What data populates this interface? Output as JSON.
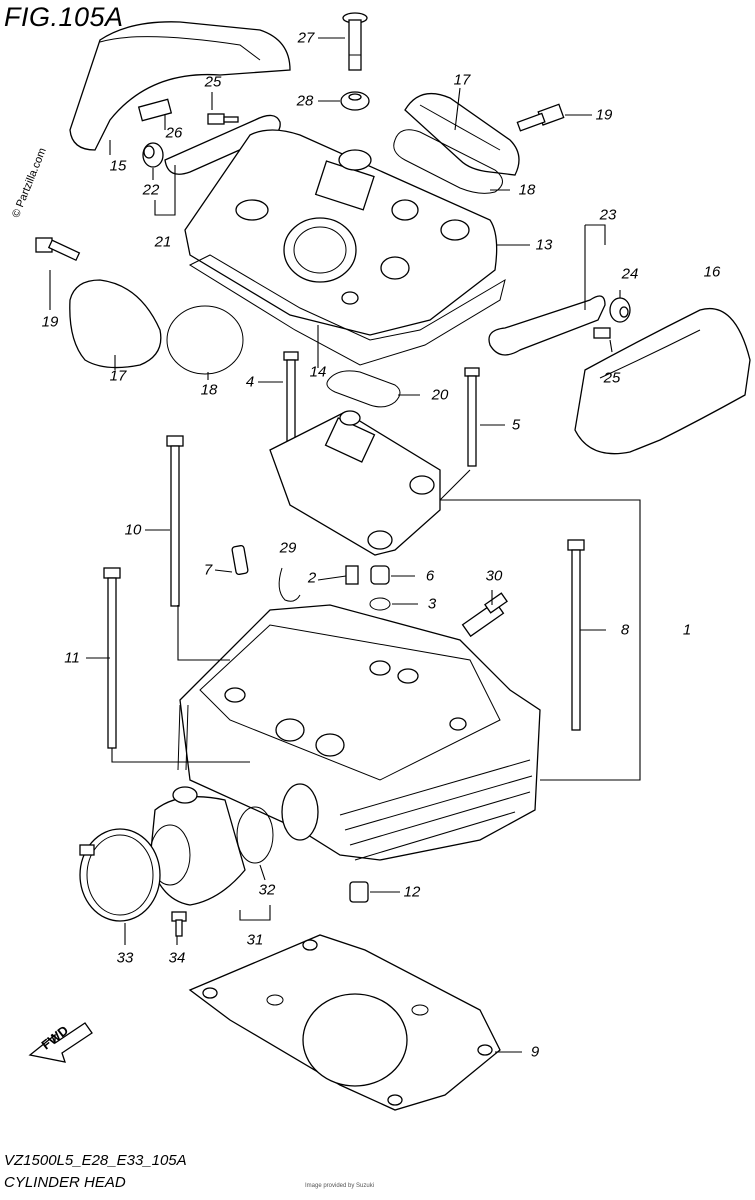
{
  "header": {
    "title": "FIG.105A",
    "watermark": "© Partzilla.com"
  },
  "footer": {
    "code": "VZ1500L5_E28_E33_105A",
    "name": "CYLINDER HEAD",
    "fine_print": "Image provided by Suzuki"
  },
  "fwd_label": "FWD",
  "callouts": [
    "27",
    "28",
    "25",
    "26",
    "15",
    "22",
    "21",
    "17",
    "19",
    "18",
    "13",
    "23",
    "24",
    "16",
    "25",
    "19",
    "17",
    "18",
    "14",
    "4",
    "20",
    "5",
    "10",
    "29",
    "7",
    "2",
    "6",
    "30",
    "3",
    "8",
    "1",
    "11",
    "32",
    "12",
    "31",
    "33",
    "34",
    "9"
  ]
}
